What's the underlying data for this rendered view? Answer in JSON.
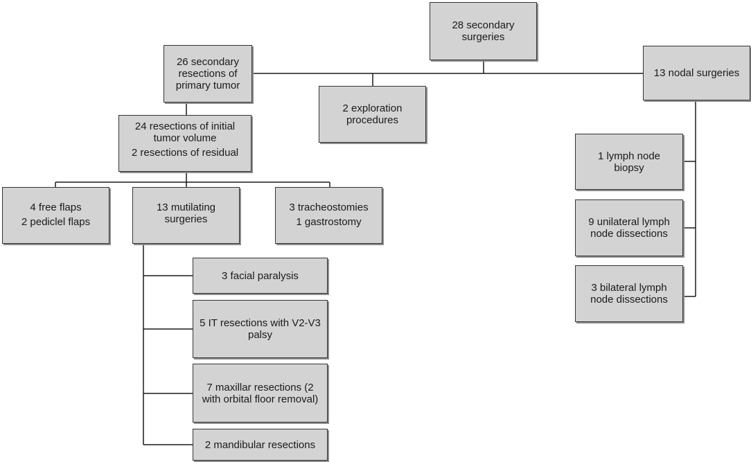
{
  "diagram": {
    "root": {
      "text": "28 secondary\nsurgeries"
    },
    "primary": {
      "text": "26 secondary\nresections of\nprimary tumor"
    },
    "exploration": {
      "text": "2 exploration\nprocedures"
    },
    "nodal": {
      "text": "13 nodal surgeries"
    },
    "initial": {
      "line1": "24 resections of initial\ntumor volume",
      "line2": "2 resections of residual"
    },
    "flaps": {
      "line1": "4 free flaps",
      "line2": "2 pediclel flaps"
    },
    "mutilating": {
      "text": "13 mutilating\nsurgeries"
    },
    "tracheo": {
      "line1": "3 tracheostomies",
      "line2": "1 gastrostomy"
    },
    "facial": {
      "text": "3 facial paralysis"
    },
    "it": {
      "text": "5 IT resections with V2-V3\npalsy"
    },
    "maxillar": {
      "text": "7 maxillar resections (2\nwith orbital floor removal)"
    },
    "mandibular": {
      "text": "2 mandibular resections"
    },
    "biopsy": {
      "text": "1 lymph node\nbiopsy"
    },
    "unilateral": {
      "text": "9 unilateral lymph\nnode dissections"
    },
    "bilateral": {
      "text": "3 bilateral lymph\nnode dissections"
    }
  },
  "colors": {
    "box_fill": "#d3d3d3",
    "box_border": "#333333",
    "line": "#1a1a1a"
  }
}
